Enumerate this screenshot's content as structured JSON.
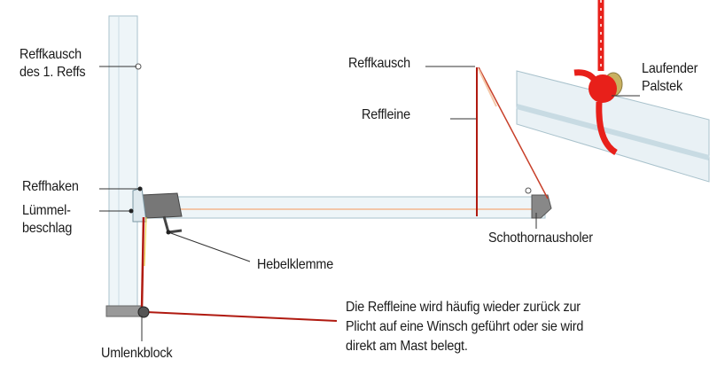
{
  "labels": {
    "reffkausch_1_line1": "Reffkausch",
    "reffkausch_1_line2": "des 1. Reffs",
    "reffkausch": "Reffkausch",
    "reffleine": "Reffleine",
    "laufender_line1": "Laufender",
    "laufender_line2": "Palstek",
    "reffhaken": "Reffhaken",
    "luemmel_line1": "Lümmel-",
    "luemmel_line2": "beschlag",
    "schothornausholer": "Schothornausholer",
    "hebelklemme": "Hebelklemme",
    "umlenkblock": "Umlenkblock",
    "note_line1": "Die Reffleine wird häufig wieder zurück zur",
    "note_line2": "Plicht auf eine Winsch geführt oder sie wird",
    "note_line3": "direkt am Mast belegt."
  },
  "colors": {
    "line_red": "#b01a10",
    "rope_red": "#e8201a",
    "spar": "#e9f1f5",
    "spar_edge": "#a9c2cc",
    "leader": "#333333"
  }
}
